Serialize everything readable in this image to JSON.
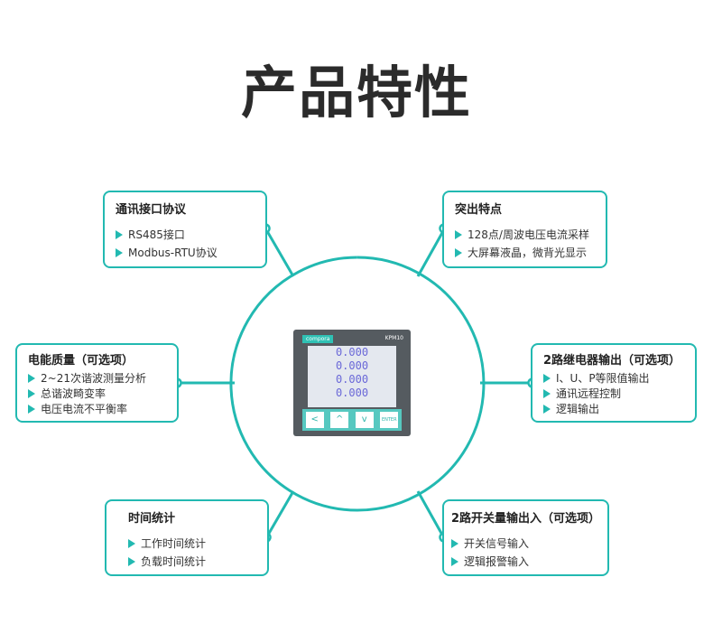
{
  "title": "产品特性",
  "colors": {
    "accent": "#22b9b1",
    "title": "#2b2b2b"
  },
  "device": {
    "brand": "compora",
    "model": "KPM10",
    "readings": [
      "0.000",
      "0.000",
      "0.000",
      "0.000"
    ],
    "keys": [
      "<",
      "^",
      "v",
      "ENTER"
    ]
  },
  "features": [
    {
      "title": "通讯接口协议",
      "items": [
        "RS485接口",
        "Modbus-RTU协议"
      ]
    },
    {
      "title": "突出特点",
      "items": [
        "128点/周波电压电流采样",
        "大屏幕液晶，微背光显示"
      ]
    },
    {
      "title": "电能质量（可选项）",
      "items": [
        "2~21次谐波测量分析",
        "总谐波畸变率",
        "电压电流不平衡率"
      ]
    },
    {
      "title": "2路继电器输出（可选项）",
      "items": [
        "I、U、P等限值输出",
        "通讯远程控制",
        "逻辑输出"
      ]
    },
    {
      "title": "时间统计",
      "items": [
        "工作时间统计",
        "负载时间统计"
      ]
    },
    {
      "title": "2路开关量输出入（可选项）",
      "items": [
        "开关信号输入",
        "逻辑报警输入"
      ]
    }
  ]
}
